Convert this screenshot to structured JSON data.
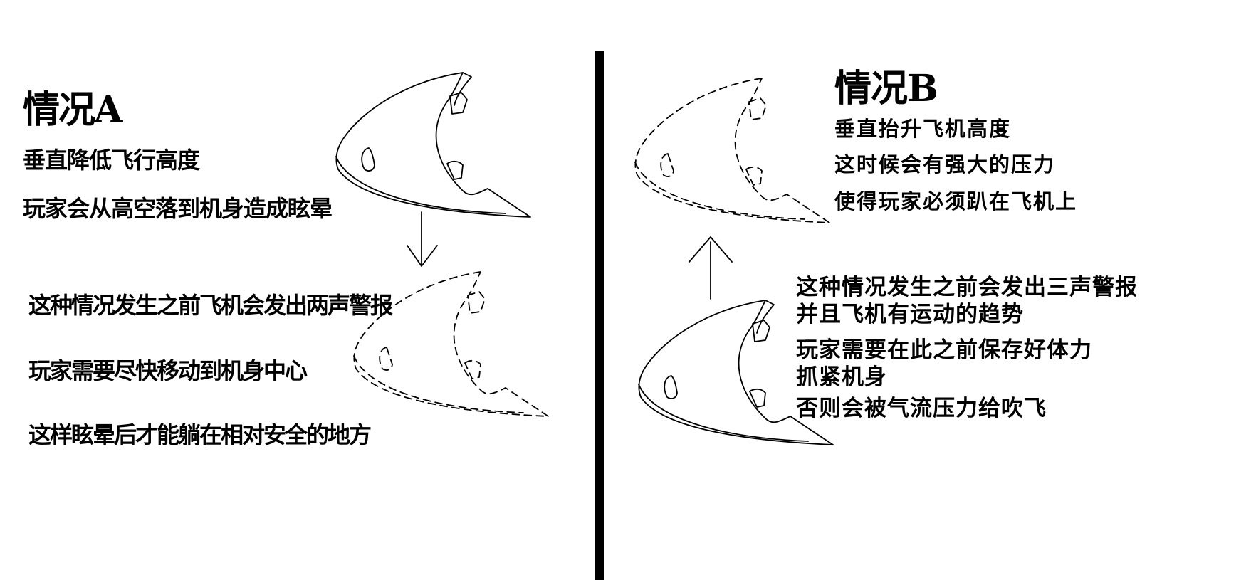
{
  "situation_a": {
    "title": "情况A",
    "lines": [
      "垂直降低飞行高度",
      "玩家会从高空落到机身造成眩晕"
    ],
    "warning_lines": [
      "这种情况发生之前飞机会发出两声警报",
      "玩家需要尽快移动到机身中心",
      "这样眩晕后才能躺在相对安全的地方"
    ]
  },
  "situation_b": {
    "title": "情况B",
    "lines": [
      "垂直抬升飞机高度",
      "这时候会有强大的压力",
      "使得玩家必须趴在飞机上"
    ],
    "warning_lines": [
      "这种情况发生之前会发出三声警报",
      "并且飞机有运动的趋势",
      "玩家需要在此之前保存好体力",
      "抓紧机身",
      "否则会被气流压力给吹飞"
    ]
  }
}
